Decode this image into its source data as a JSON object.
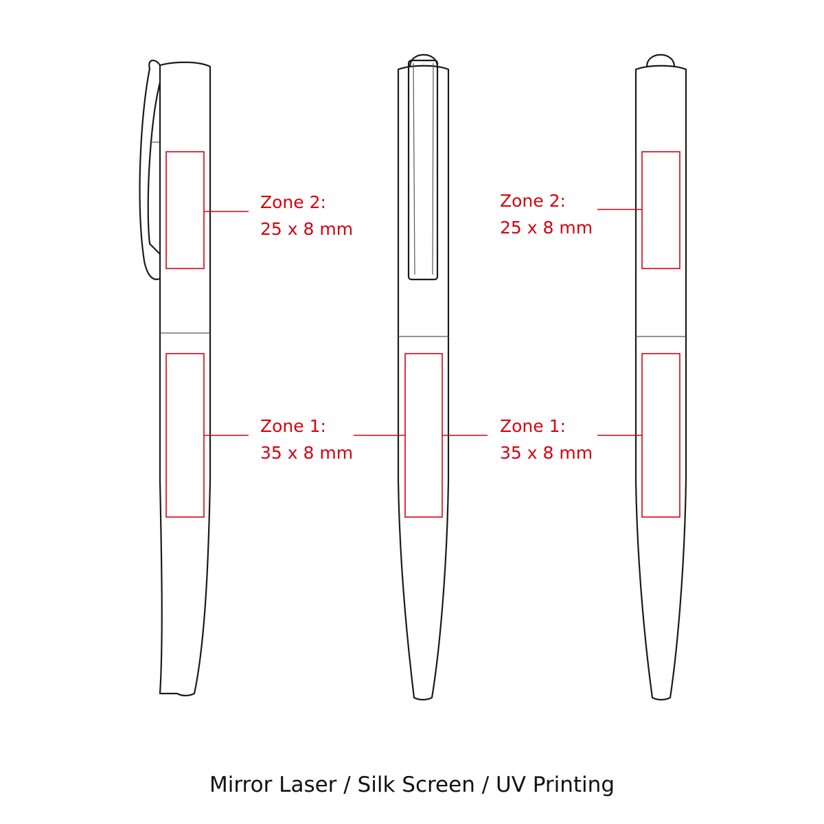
{
  "colors": {
    "zone": "#d7000f",
    "outline": "#1a1a1a"
  },
  "labels": {
    "pen1_zone2_title": "Zone 2:",
    "pen1_zone2_size": "25 x 8 mm",
    "pen1_zone1_title": "Zone 1:",
    "pen1_zone1_size": "35 x 8 mm",
    "pen3_zone2_title": "Zone 2:",
    "pen3_zone2_size": "25 x 8 mm",
    "pen3_zone1_title": "Zone 1:",
    "pen3_zone1_size": "35 x 8 mm"
  },
  "caption": "Mirror Laser / Silk Screen / UV Printing"
}
